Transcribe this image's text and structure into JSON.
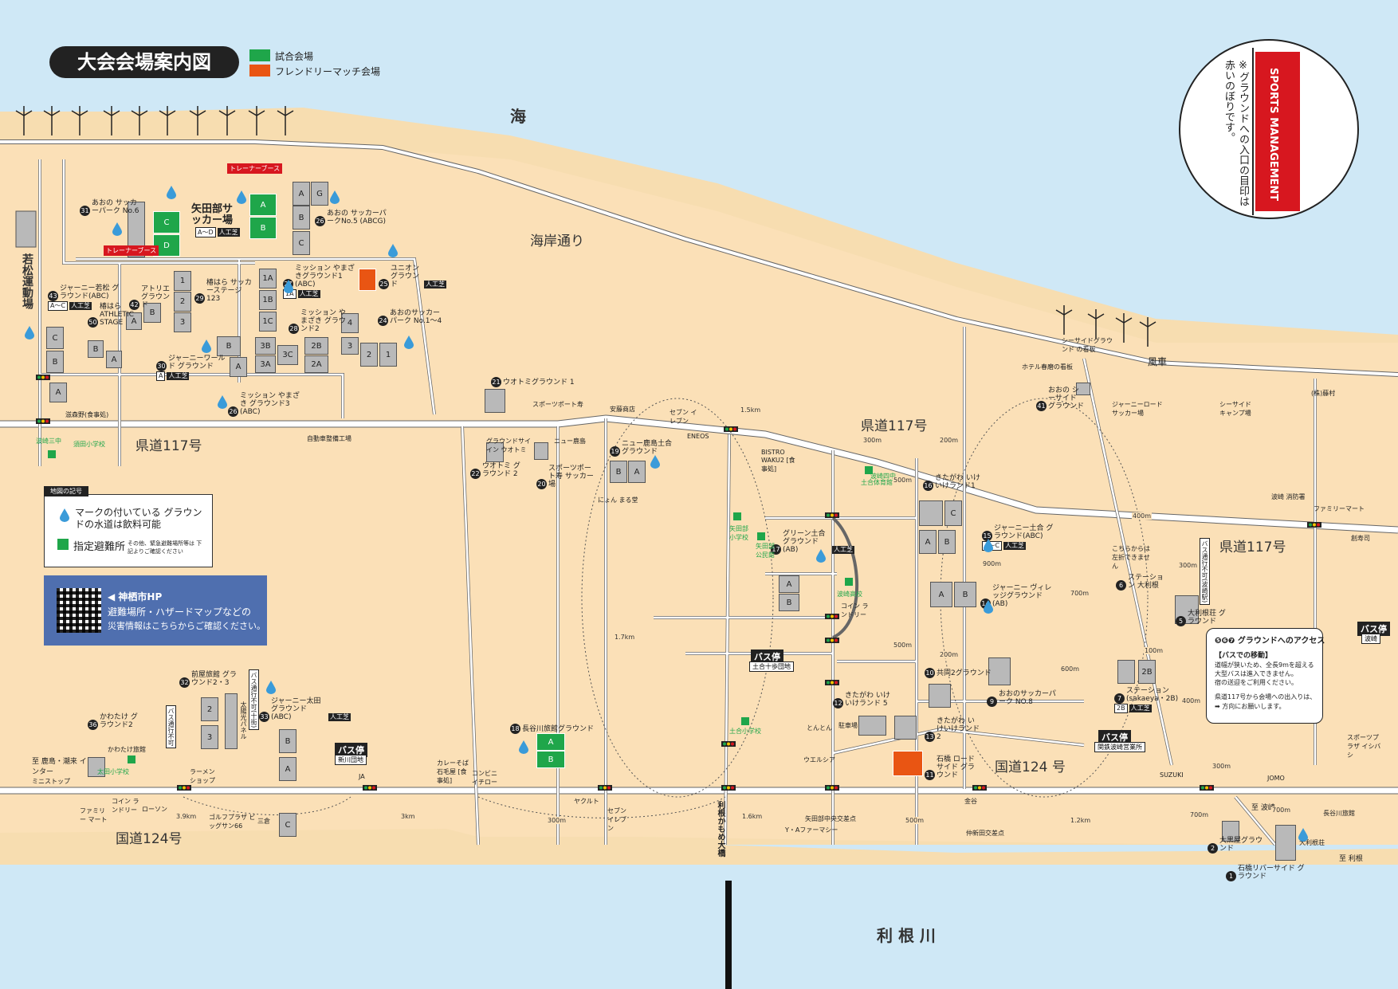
{
  "map": {
    "title": "大会会場案内図",
    "legend": [
      {
        "label": "試合会場",
        "color": "#1fa64a"
      },
      {
        "label": "フレンドリーマッチ会場",
        "color": "#e95513"
      }
    ],
    "colors": {
      "sea": "#cfe8f6",
      "sand": "#f7ddb0",
      "land": "#fbe0b7",
      "road": "#ffffff",
      "match": "#1fa64a",
      "friendly": "#e95513",
      "field": "#b9b9b9",
      "accent_red": "#d7171f"
    },
    "labels": {
      "sea": "海",
      "river": "利 根 川",
      "coast_road": "海岸通り",
      "pref117_a": "県道117号",
      "pref117_b": "県道117号",
      "pref117_c": "県道117号",
      "nat124_a": "国道124号",
      "nat124_b": "国道124 号",
      "wakamatsu": "若松運動場",
      "windmill": "風車",
      "bridge": "利根かもめ大橋",
      "yatabe_field": "矢田部サッカー場",
      "yatabe_sub": "A〜D",
      "yatabe_tag": "人工芝",
      "trainer1": "トレーナーブース",
      "trainer2": "トレーナーブース"
    },
    "venues": [
      {
        "num": "31",
        "name": "あおの サッカーパーク No.6"
      },
      {
        "num": "26",
        "name": "あおの サッカーパークNo.5 (ABCG)"
      },
      {
        "num": "27",
        "name": "ミッション やまざきグラウンド1 (ABC)",
        "tag": "1A",
        "tag2": "人工芝"
      },
      {
        "num": "25",
        "name": "ユニオン グラウンド",
        "tag": "人工芝"
      },
      {
        "num": "24",
        "name": "あおのサッカーパーク No.1〜4"
      },
      {
        "num": "28",
        "name": "ミッション やまざき グラウンド2"
      },
      {
        "num": "29",
        "name": "椿はら サッカーステージ 123"
      },
      {
        "num": "42",
        "name": "アトリエ グラウンド"
      },
      {
        "num": "43",
        "name": "ジャーニー若松 グラウンド(ABC)",
        "tag": "A〜C",
        "tag2": "人工芝"
      },
      {
        "num": "50",
        "name": "椿はら ATHLETIC STAGE"
      },
      {
        "num": "30",
        "name": "ジャーニーワールド グラウンド",
        "tag": "A",
        "tag2": "人工芝"
      },
      {
        "num": "26",
        "name": "ミッション やまざき グラウンド3 (ABC)"
      },
      {
        "num": "21",
        "name": "ウオトミグラウンド 1"
      },
      {
        "num": "22",
        "name": "ウオトミ グラウンド 2"
      },
      {
        "num": "20",
        "name": "スポーツポート寿 サッカー場"
      },
      {
        "num": "19",
        "name": "ニュー鹿島土合 グラウンド"
      },
      {
        "num": "17",
        "name": "グリーン土合 グラウンド (AB)",
        "tag": "人工芝"
      },
      {
        "num": "16",
        "name": "きたがわ いけいけランド1"
      },
      {
        "num": "15",
        "name": "ジャーニー土合 グラウンド(ABC)",
        "tag": "A〜C",
        "tag2": "人工芝"
      },
      {
        "num": "14",
        "name": "ジャーニー ヴィレッジグラウンド (AB)"
      },
      {
        "num": "10",
        "name": "共同2グラウンド"
      },
      {
        "num": "12",
        "name": "きたがわ いけいけランド 5"
      },
      {
        "num": "13",
        "name": "きたがわ いけいけランド2"
      },
      {
        "num": "11",
        "name": "石橋 ロードサイド グラウンド"
      },
      {
        "num": "9",
        "name": "おおのサッカーパーク NO.8"
      },
      {
        "num": "41",
        "name": "おおの シーサイド グラウンド"
      },
      {
        "num": "6",
        "name": "ステーション 大利根"
      },
      {
        "num": "5",
        "name": "大利根荘 グラウンド"
      },
      {
        "num": "7",
        "name": "ステーション (sakaeya・2B)",
        "tag": "2B",
        "tag2": "人工芝"
      },
      {
        "num": "2",
        "name": "大黒屋グラウンド"
      },
      {
        "num": "1",
        "name": "石橋リバーサイド グラウンド"
      },
      {
        "num": "18",
        "name": "長谷川旅館グラウンド"
      },
      {
        "num": "33",
        "name": "ジャーニー太田 グラウンド(ABC)",
        "tag": "人工芝"
      },
      {
        "num": "32",
        "name": "前屋旅館 グラウンド2・3"
      },
      {
        "num": "36",
        "name": "かわたけ グラウンド2"
      }
    ],
    "landmarks": {
      "seven1": "セブン イレブン",
      "bistro": "BISTRO WAKU2 [食事処]",
      "jiyodo": "自動車整備工場",
      "sportsport": "スポーツポート寿",
      "newkashima": "ニュー鹿島",
      "ground_side": "グラウンドサイ イン ウオトミ",
      "anto": "安藤商店",
      "eneos": "ENEOS",
      "shigemori": "滋森野(食事処)",
      "nakama": "にょん まる堂",
      "doai_shogakko": "土合小学校",
      "doai_junior": "波崎四中",
      "doai_gym": "土合体育館",
      "hasaki_hs": "波崎高校",
      "coin_laundry": "コイン ランドリー",
      "yatabe_shogakko": "矢田部 小学校",
      "yatabe_kominkan": "矢田部 公民館",
      "hasaki_shogakko": "波崎三中",
      "suso_shogakko": "須田小学校",
      "ohta_shogakko": "太田小学校",
      "ramen": "ラーメン ショップ",
      "familymart": "ファミリー マート",
      "lawson": "ローソン",
      "yakult": "ヤクルト",
      "seven2": "セブン イレブン",
      "ya_pharmacy": "Y・Aファーマシー",
      "yatabe_cross": "矢田部中央交差点",
      "kashiwa_cross": "仲新田交差点",
      "jomo": "JOMO",
      "hasaki_fire": "波崎 消防署",
      "familymart2": "ファミリーマート",
      "sushi": "創寿司",
      "suzuki": "SUZUKI",
      "hotel_kanban": "ホテル春磨の看板",
      "seaside_kanban": "シーサイドグラウンド の看板",
      "journey_road": "ジャーニーロード サッカー場",
      "seaside_camp": "シーサイド キャンプ場",
      "fujimura": "(株)藤村",
      "ohtone_daikyo": "大利根荘",
      "hasekawa_ryokan": "長谷川旅館",
      "kawatake_ryokan": "かわたけ旅館",
      "minisstop": "ミニストップ",
      "coin2": "コイン ランドリー",
      "mitsuya": "三倉",
      "golf": "ゴルフプラザ ビッグサン66",
      "ja": "JA",
      "parking": "駐車場",
      "tokenkan": "とんとん",
      "welcia": "ウエルシア",
      "sports_plaza": "スポーツプラザ イシバシ",
      "kanaya": "金谷",
      "taiyo": "太陽光パネル",
      "curry": "カレーそば 石毛屋 [食事処]",
      "combini": "コンビニ イチロー"
    },
    "to": {
      "ichigaya": "至 鹿島・潮来 インター",
      "to_hasaki": "至 波崎",
      "to_tone": "至 利根"
    },
    "distances": [
      "1.5km",
      "300m",
      "200m",
      "500m",
      "400m",
      "900m",
      "700m",
      "1.7km",
      "600m",
      "100m",
      "300m",
      "3.9km",
      "3km",
      "300m",
      "1.6km",
      "500m",
      "1.2km",
      "700m",
      "400m",
      "300m",
      "700m",
      "200m",
      "500m"
    ],
    "bus_stops": [
      {
        "label": "バス停",
        "sub": "土合十歩団地"
      },
      {
        "label": "バス停",
        "sub": "新川団地"
      },
      {
        "label": "バス停",
        "sub": "関鉄波崎営業所"
      },
      {
        "label": "バス停",
        "sub": "波崎"
      }
    ],
    "bus_notes": {
      "no_bus1": "バス通行不可",
      "no_bus2": "バス通行不可(十街)",
      "no_left": "こちらからは 左折できません",
      "bus_no_entry_v": "バス通行不可(波崎駅)"
    },
    "info": {
      "legend_title": "地図の記号",
      "water_text": "マークの付いている グラウンドの水道は飲料可能",
      "shelter_text": "指定避難所",
      "shelter_note": "その他、緊急避難場所等は 下記よりご確認ください",
      "city_hp": "◀ 神栖市HP",
      "city_line2": "避難場所・ハザードマップなどの",
      "city_line3": "災害情報はこちらからご確認ください。",
      "sign_note": "※グラウンドへの入口の目印は赤いのぼりです。",
      "banner": "SPORTS MANAGEMENT"
    },
    "access": {
      "title": "❺❻❼ グラウンドへのアクセス",
      "subtitle": "【バスでの移動】",
      "body1": "道幅が狭いため、全長9mを超える",
      "body2": "大型バスは進入できません。",
      "body3": "宿の送迎をご利用ください。",
      "body4": "県道117号から会場への出入りは、",
      "body5": "➡ 方向にお願いします。"
    },
    "icons": {
      "water": "water-drop-icon",
      "shelter": "shelter-icon",
      "windmill": "windmill-icon",
      "qr": "qr-code-icon",
      "signal": "traffic-signal-icon"
    }
  }
}
